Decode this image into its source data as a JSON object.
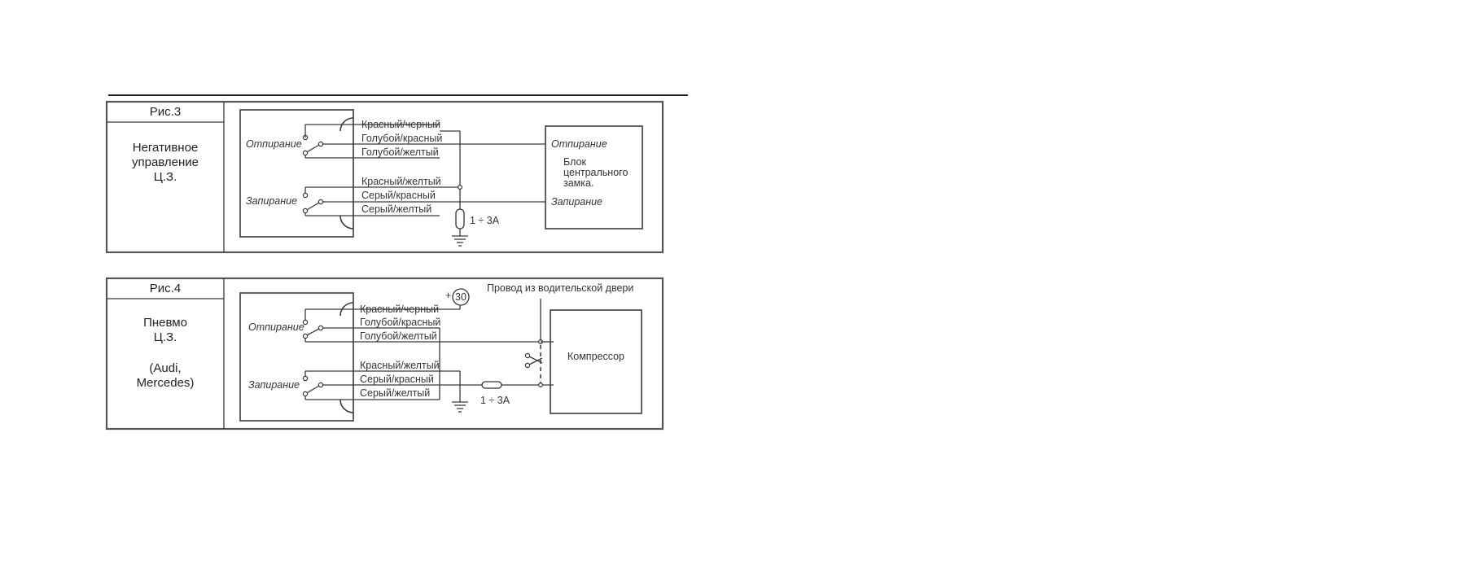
{
  "fig3": {
    "title": "Рис.3",
    "side_lines": [
      "Негативное",
      "управление",
      "Ц.З."
    ],
    "unlock": "Отпирание",
    "lock": "Запирание",
    "wires": [
      "Красный/черный",
      "Голубой/красный",
      "Голубой/желтый",
      "Красный/желтый",
      "Серый/красный",
      "Серый/желтый"
    ],
    "fuse": "1 ÷ 3A",
    "box_unlock": "Отпирание",
    "box_lines": [
      "Блок",
      "центрального",
      "замка."
    ],
    "box_lock": "Запирание"
  },
  "fig4": {
    "title": "Рис.4",
    "side_lines": [
      "Пневмо",
      "Ц.З.",
      "",
      "(Audi,",
      "Mercedes)"
    ],
    "unlock": "Отпирание",
    "lock": "Запирание",
    "wires": [
      "Красный/черный",
      "Голубой/красный",
      "Голубой/желтый",
      "Красный/желтый",
      "Серый/красный",
      "Серый/желтый"
    ],
    "plus": "+",
    "terminal": "30",
    "door_wire": "Провод из водительской двери",
    "fuse": "1 ÷ 3A",
    "compressor": "Компрессор"
  }
}
